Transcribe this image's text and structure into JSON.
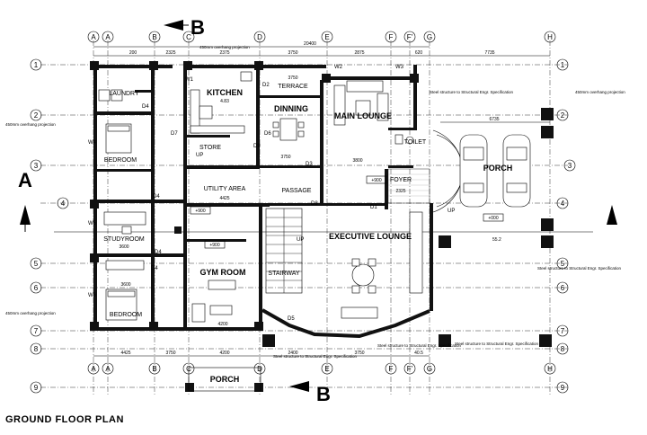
{
  "title": "GROUND FLOOR PLAN",
  "section_marks": {
    "a_left": "A",
    "b_top": "B",
    "b_bottom": "B"
  },
  "grid_columns": [
    "A",
    "A",
    "B",
    "C",
    "D",
    "E",
    "F",
    "F'",
    "G",
    "H"
  ],
  "grid_rows": [
    "1",
    "2",
    "3",
    "4",
    "5",
    "6",
    "7",
    "8",
    "9"
  ],
  "rooms": {
    "laundry": "LAUNDRY",
    "kitchen": "KITCHEN",
    "terrace": "TERRACE",
    "dinning": "DINNING",
    "main_lounge": "MAIN LOUNGE",
    "toilet": "TOILET",
    "porch_right": "PORCH",
    "bedroom_top": "BEDROOM",
    "store": "STORE",
    "utility_area": "UTILITY AREA",
    "passage": "PASSAGE",
    "foyer": "FOYER",
    "studyroom": "STUDYROOM",
    "executive_lounge": "EXECUTIVE LOUNGE",
    "gym_room": "GYM ROOM",
    "stair": "STAIRWAY",
    "bedroom_bottom": "BEDROOM",
    "porch_bottom": "PORCH"
  },
  "dimensions": {
    "overall_top": "20400",
    "kitchen_width": "4.83",
    "terrace_w": "3750",
    "dinning_w": "3750",
    "passage_w": "3800",
    "utility_w": "4425",
    "foyer_w": "2325",
    "gym_w": "4200",
    "right_w": "7735",
    "porch_w": "6735",
    "level": "55.2",
    "top_row": [
      "200",
      "2325",
      "2375",
      "3750",
      "2875",
      "620"
    ],
    "bottom_row": [
      "4425",
      "3750",
      "4200",
      "2400",
      "3750",
      "40.5"
    ],
    "study_w": "3600",
    "bed_w": "3600",
    "elev_900_a": "+900",
    "elev_900_b": "+900",
    "elev_900_c": "+900",
    "elev_000": "+000"
  },
  "door_tags": [
    "D2",
    "D3",
    "D4",
    "D4",
    "D4",
    "D4",
    "D1",
    "D5",
    "D6",
    "D7",
    "D8",
    "D9"
  ],
  "window_tags": [
    "W1",
    "W2",
    "W3",
    "W4",
    "W5",
    "W6"
  ],
  "notes": {
    "left_a": "450mm overhang projection",
    "left_b": "450mm overhang projection",
    "right_a": "Steel structure to Structural Engr. Specification",
    "right_b": "Steel structure to Structural Engr. Specification",
    "right_c": "Steel structure to Structural Engr. Specification",
    "bottom_a": "Steel structure to Structural Engr. Specification",
    "bottom_b": "Steel structure to Structural Engr. Specification",
    "top_a": "450mm overhang projection",
    "top_b": "450mm overhang projection",
    "up_a": "UP",
    "up_b": "UP",
    "up_c": "UP"
  },
  "colors": {
    "wall": "#111111",
    "line": "#000000",
    "bg": "#ffffff"
  }
}
